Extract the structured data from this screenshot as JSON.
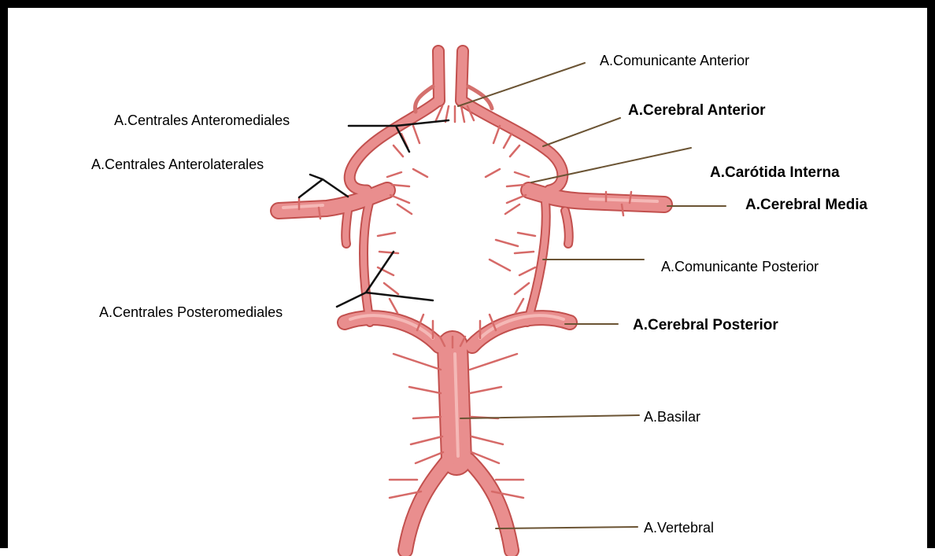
{
  "labels": {
    "comunicante_anterior": "A.Comunicante Anterior",
    "centrales_anteromediales": "A.Centrales Anteromediales",
    "cerebral_anterior": "A.Cerebral Anterior",
    "carotida_interna": "A.Carótida Interna",
    "centrales_anterolaterales": "A.Centrales Anterolaterales",
    "cerebral_media": "A.Cerebral Media",
    "comunicante_posterior": "A.Comunicante Posterior",
    "centrales_posteromediales": "A.Centrales Posteromediales",
    "cerebral_posterior": "A.Cerebral Posterior",
    "basilar": "A.Basilar",
    "vertebral": "A.Vertebral"
  },
  "colors": {
    "artery_fill": "#e98e8e",
    "artery_stroke": "#c2504e",
    "artery_highlight": "#f7c3c0",
    "leader_dark": "#111111",
    "leader_brown": "#6b5434",
    "frame": "#000000"
  }
}
